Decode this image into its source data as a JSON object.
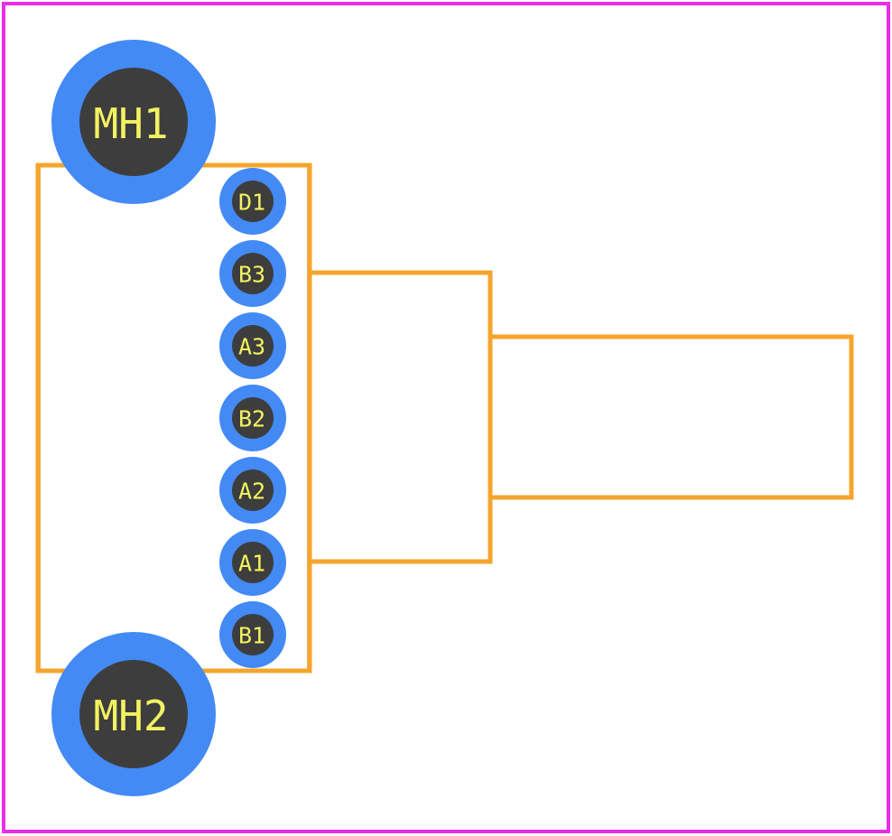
{
  "colors": {
    "board_outline": "#e62ee6",
    "silkscreen": "#f5a52c",
    "silkscreen_inner": "#e8b27a",
    "pad_ring": "#438af5",
    "pad_hole": "#3d3d3d",
    "label_text": "#f2f261",
    "background": "#ffffff"
  },
  "mounting_holes": [
    {
      "id": "mh1",
      "label": "MH1"
    },
    {
      "id": "mh2",
      "label": "MH2"
    }
  ],
  "pins": [
    {
      "id": "d1",
      "label": "D1"
    },
    {
      "id": "b3",
      "label": "B3"
    },
    {
      "id": "a3",
      "label": "A3"
    },
    {
      "id": "b2",
      "label": "B2"
    },
    {
      "id": "a2",
      "label": "A2"
    },
    {
      "id": "a1",
      "label": "A1"
    },
    {
      "id": "b1",
      "label": "B1"
    }
  ]
}
